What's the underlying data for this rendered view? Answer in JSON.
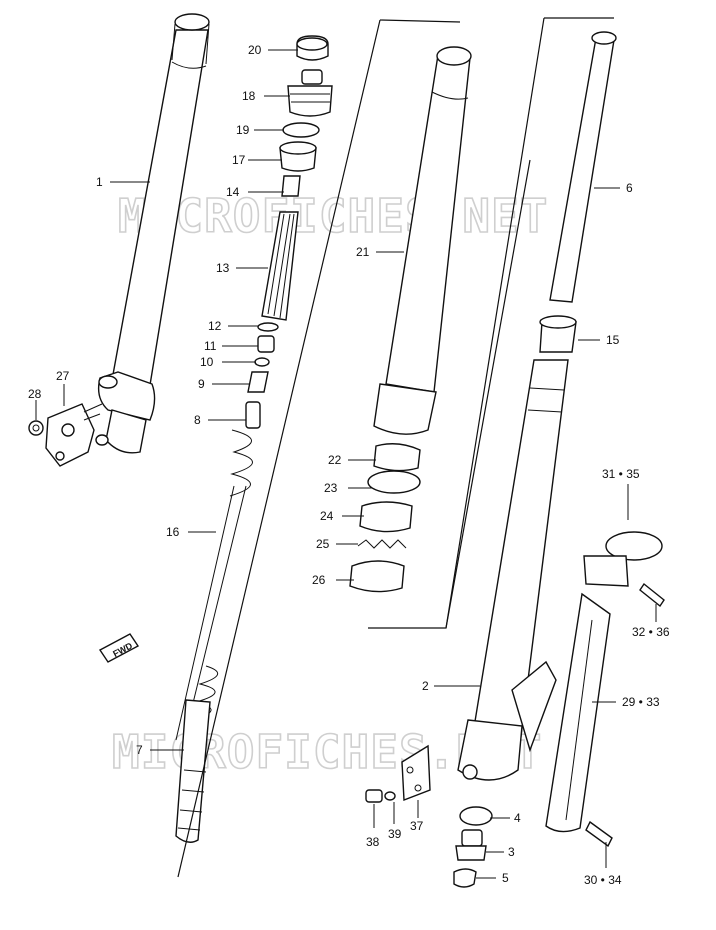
{
  "watermark": "MICROFICHES.NET",
  "fwd_badge": "FWD",
  "callouts": [
    {
      "id": "c1",
      "text": "1"
    },
    {
      "id": "c2",
      "text": "2"
    },
    {
      "id": "c3",
      "text": "3"
    },
    {
      "id": "c4",
      "text": "4"
    },
    {
      "id": "c5",
      "text": "5"
    },
    {
      "id": "c6",
      "text": "6"
    },
    {
      "id": "c7",
      "text": "7"
    },
    {
      "id": "c8",
      "text": "8"
    },
    {
      "id": "c9",
      "text": "9"
    },
    {
      "id": "c10",
      "text": "10"
    },
    {
      "id": "c11",
      "text": "11"
    },
    {
      "id": "c12",
      "text": "12"
    },
    {
      "id": "c13",
      "text": "13"
    },
    {
      "id": "c14",
      "text": "14"
    },
    {
      "id": "c15",
      "text": "15"
    },
    {
      "id": "c16",
      "text": "16"
    },
    {
      "id": "c17",
      "text": "17"
    },
    {
      "id": "c18",
      "text": "18"
    },
    {
      "id": "c19",
      "text": "19"
    },
    {
      "id": "c20",
      "text": "20"
    },
    {
      "id": "c21",
      "text": "21"
    },
    {
      "id": "c22",
      "text": "22"
    },
    {
      "id": "c23",
      "text": "23"
    },
    {
      "id": "c24",
      "text": "24"
    },
    {
      "id": "c25",
      "text": "25"
    },
    {
      "id": "c26",
      "text": "26"
    },
    {
      "id": "c27",
      "text": "27"
    },
    {
      "id": "c28",
      "text": "28"
    },
    {
      "id": "c29",
      "text": "29 • 33"
    },
    {
      "id": "c30",
      "text": "30 • 34"
    },
    {
      "id": "c31",
      "text": "31 • 35"
    },
    {
      "id": "c32",
      "text": "32 • 36"
    },
    {
      "id": "c37",
      "text": "37"
    },
    {
      "id": "c38",
      "text": "38"
    },
    {
      "id": "c39",
      "text": "39"
    }
  ]
}
